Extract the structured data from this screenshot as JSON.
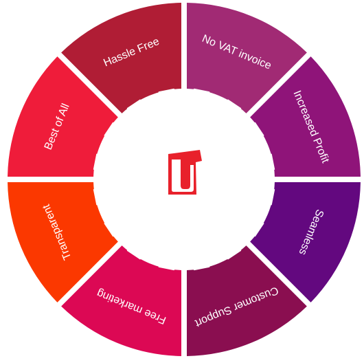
{
  "wheel": {
    "segments": [
      {
        "label": "No VAT invoice",
        "color": "#A12A74"
      },
      {
        "label": "Increased Profit",
        "color": "#8F1479"
      },
      {
        "label": "Seamless",
        "color": "#63087F"
      },
      {
        "label": "Customer Support",
        "color": "#8A0E50"
      },
      {
        "label": "Free marketing",
        "color": "#DC0854"
      },
      {
        "label": "Transparent",
        "color": "#FB3800"
      },
      {
        "label": "Best of All",
        "color": "#EF1C3A"
      },
      {
        "label": "Hassle Free",
        "color": "#B01D35"
      }
    ]
  },
  "center": {
    "icon": "shopping-bag-icon",
    "icon_color": "#E8212B",
    "background": "#FFFFFF"
  }
}
